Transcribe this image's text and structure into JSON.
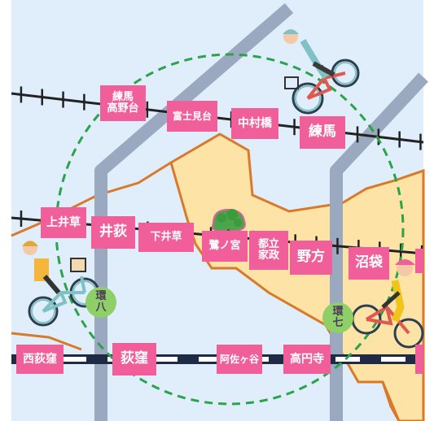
{
  "map": {
    "stations": {
      "nerima_takanodai": {
        "line1": "練馬",
        "line2": "高野台"
      },
      "fujimidai": "富士見台",
      "nakamurabashi": "中村橋",
      "nerima": "練馬",
      "kamiigusa": "上井草",
      "iogi": "井荻",
      "shimoigusa": "下井草",
      "saginomiya": "鷺ノ宮",
      "toritsu_kasei": {
        "line1": "都立",
        "line2": "家政"
      },
      "nogata": "野方",
      "numabukuro": "沼袋",
      "nishiogikubo": "西荻窪",
      "ogikubo": "荻窪",
      "asagaya": "阿佐ヶ谷",
      "koenji": "高円寺"
    },
    "ring_roads": {
      "kan8": {
        "line1": "環",
        "line2": "八"
      },
      "kan7": {
        "line1": "環",
        "line2": "七"
      }
    },
    "colors": {
      "background": "#dfeefa",
      "nakano_area": "#fde3a6",
      "ward_border": "#d97a2a",
      "road": "#9aa9c0",
      "rail_line": "#222222",
      "jr_line": "#1f2a44",
      "station_label": "#f05f9a",
      "ring_badge": "#8fcf67",
      "circle": "#2aa34a"
    },
    "icons": [
      "cyclist-icon",
      "tree-icon"
    ]
  }
}
